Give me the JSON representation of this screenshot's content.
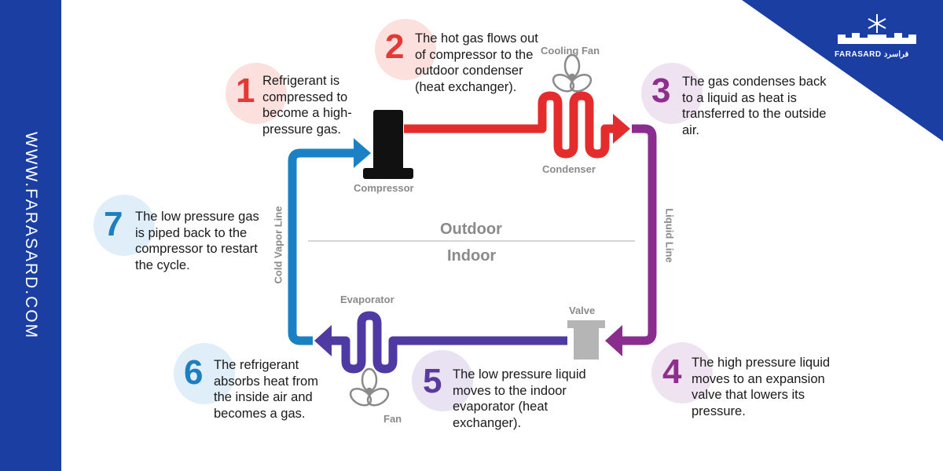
{
  "brand": {
    "website": "WWW.FARASARD.COM",
    "logo_text": "FARASARD فراسرد",
    "bar_color": "#1a3ea2"
  },
  "zones": {
    "outdoor": "Outdoor",
    "indoor": "Indoor"
  },
  "components": {
    "cooling_fan": "Cooling Fan",
    "condenser": "Condenser",
    "compressor": "Compressor",
    "valve": "Valve",
    "evaporator": "Evaporator",
    "fan": "Fan"
  },
  "lines": {
    "liquid": "Liquid Line",
    "cold_vapor": "Cold Vapor Line"
  },
  "steps": [
    {
      "number": "1",
      "text": "Refrigerant is compressed to become a high-pressure gas.",
      "color": "#e53935"
    },
    {
      "number": "2",
      "text": "The hot gas flows out of compressor to the outdoor condenser (heat exchanger).",
      "color": "#e53935"
    },
    {
      "number": "3",
      "text": "The gas condenses back to a liquid as heat is transferred to the outside air.",
      "color": "#8e2f8e"
    },
    {
      "number": "4",
      "text": "The high pressure liquid moves to an expansion valve that lowers its pressure.",
      "color": "#8e2f8e"
    },
    {
      "number": "5",
      "text": "The low pressure liquid moves to the indoor evaporator (heat exchanger).",
      "color": "#5b3aa0"
    },
    {
      "number": "6",
      "text": "The refrigerant absorbs heat from the inside air and becomes a gas.",
      "color": "#1e7fc0"
    },
    {
      "number": "7",
      "text": "The low pressure gas is piped back to the compressor to restart the cycle.",
      "color": "#1e7fc0"
    }
  ],
  "colors": {
    "hot": "#e42c2c",
    "liquid": "#8a2d8e",
    "evap": "#4f3aa3",
    "cold": "#1a82c4",
    "compressor": "#111111",
    "valve": "#b5b5b5"
  }
}
